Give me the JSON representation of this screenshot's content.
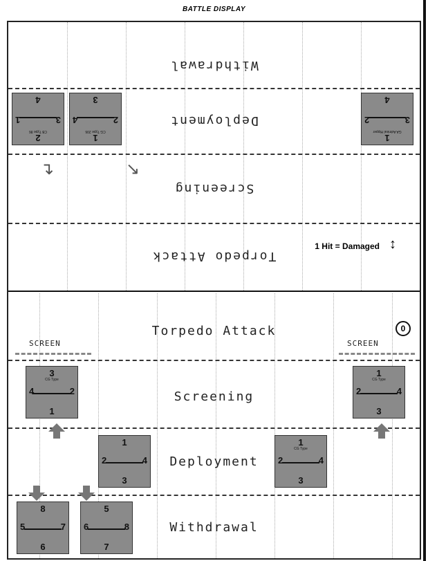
{
  "title": "BATTLE DISPLAY",
  "top_half_zones": [
    "Withdrawal",
    "Deployment",
    "Screening",
    "Torpedo Attack"
  ],
  "bottom_half_zones": [
    "Torpedo Attack",
    "Screening",
    "Deployment",
    "Withdrawal"
  ],
  "hit_note": "1 Hit = Damaged",
  "screen_label": "SCREEN",
  "zero_marker": "0",
  "counters": [
    {
      "id": "top-left-1",
      "caption": "CB Type 86",
      "values": [
        "2",
        "1",
        "3",
        "4"
      ]
    },
    {
      "id": "top-left-2",
      "caption": "CG Type 206",
      "values": [
        "1",
        "4",
        "2",
        "3"
      ]
    },
    {
      "id": "top-right",
      "caption": "GA Admiral Hipper",
      "values": [
        "4",
        "3",
        "2",
        "1"
      ]
    },
    {
      "id": "bottom-screen-left",
      "caption": "CG Type",
      "values": [
        "3",
        "2",
        "1",
        "4"
      ]
    },
    {
      "id": "bottom-screen-right",
      "caption": "CG Type",
      "values": [
        "1",
        "4",
        "3",
        "2"
      ]
    },
    {
      "id": "bottom-deploy-left",
      "caption": "",
      "values": [
        "1",
        "4",
        "3",
        "2"
      ]
    },
    {
      "id": "bottom-deploy-right",
      "caption": "CG Type",
      "values": [
        "1",
        "4",
        "3",
        "2"
      ]
    },
    {
      "id": "bottom-withdraw-left",
      "caption": "",
      "values": [
        "8",
        "7",
        "6",
        "5"
      ]
    },
    {
      "id": "bottom-withdraw-right",
      "caption": "",
      "values": [
        "5",
        "8",
        "7",
        "6"
      ]
    }
  ]
}
